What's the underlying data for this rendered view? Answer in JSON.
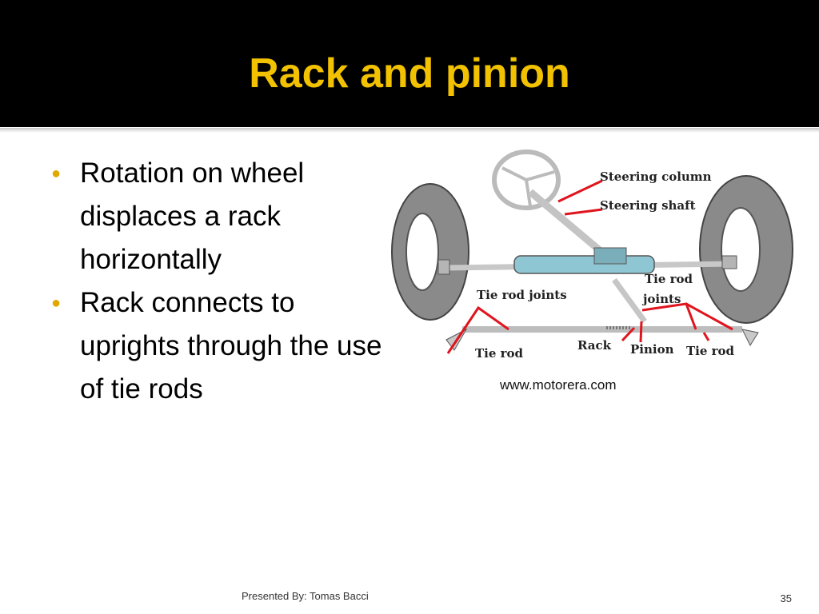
{
  "slide": {
    "title": "Rack and pinion",
    "bullets": [
      "Rotation on wheel displaces a rack horizontally",
      "Rack connects to uprights through the use of tie rods"
    ],
    "bullet_glyph": "●",
    "image_credit": "www.motorera.com",
    "footer": "Presented By: Tomas Bacci",
    "page_number": "35"
  },
  "diagram": {
    "labels": {
      "steering_column": "Steering column",
      "steering_shaft": "Steering shaft",
      "tie_rod_joints_left": "Tie rod joints",
      "tie_rod_joints_right_1": "Tie rod",
      "tie_rod_joints_right_2": "joints",
      "tie_rod_left": "Tie rod",
      "rack": "Rack",
      "pinion": "Pinion",
      "tie_rod_right": "Tie rod"
    },
    "colors": {
      "title": "#f2c200",
      "bullet": "#e0a800",
      "leader_lines": "#e0141e",
      "rack_housing": "#8fc6d3",
      "tire": "#8a8a8a"
    }
  }
}
